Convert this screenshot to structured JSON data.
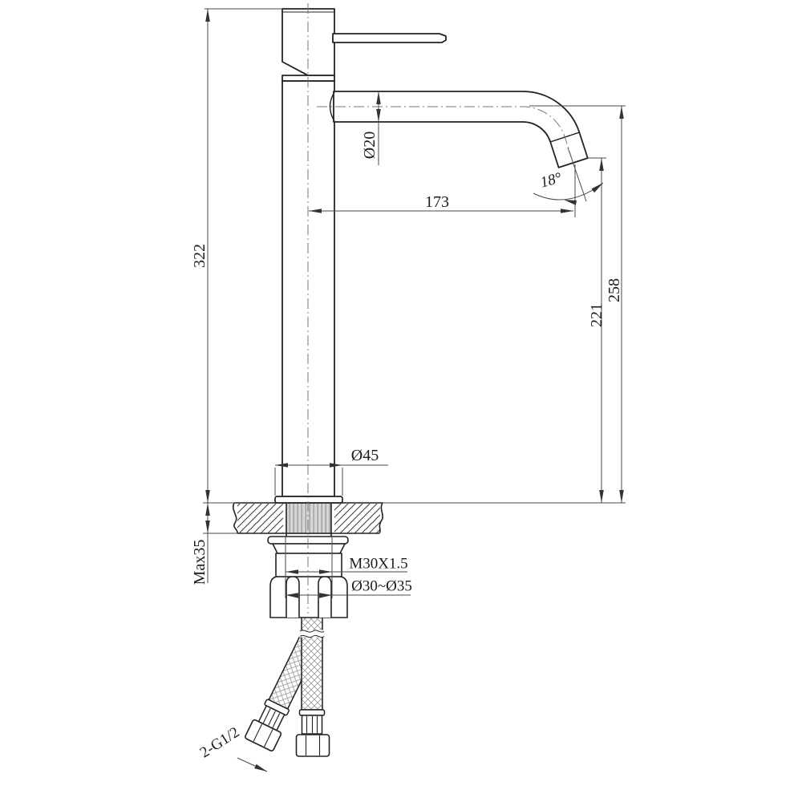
{
  "drawing": {
    "labels": {
      "total_height": "322",
      "spout_diameter": "Ø20",
      "spout_reach": "173",
      "outlet_angle": "18°",
      "spout_height_ref": "258",
      "outlet_height": "221",
      "base_diameter": "Ø45",
      "max_counter_thickness": "Max35",
      "mounting_thread": "M30X1.5",
      "hole_diameter_range": "Ø30~Ø35",
      "hose_connection": "2-G1/2"
    },
    "colors": {
      "outline": "#222222",
      "dimension": "#4a4a4a",
      "centerline": "#777777",
      "hatch": "#3a3a3a",
      "thread_fill": "#d6d6d6",
      "braid": "#9a9a9a",
      "background": "#ffffff"
    }
  }
}
